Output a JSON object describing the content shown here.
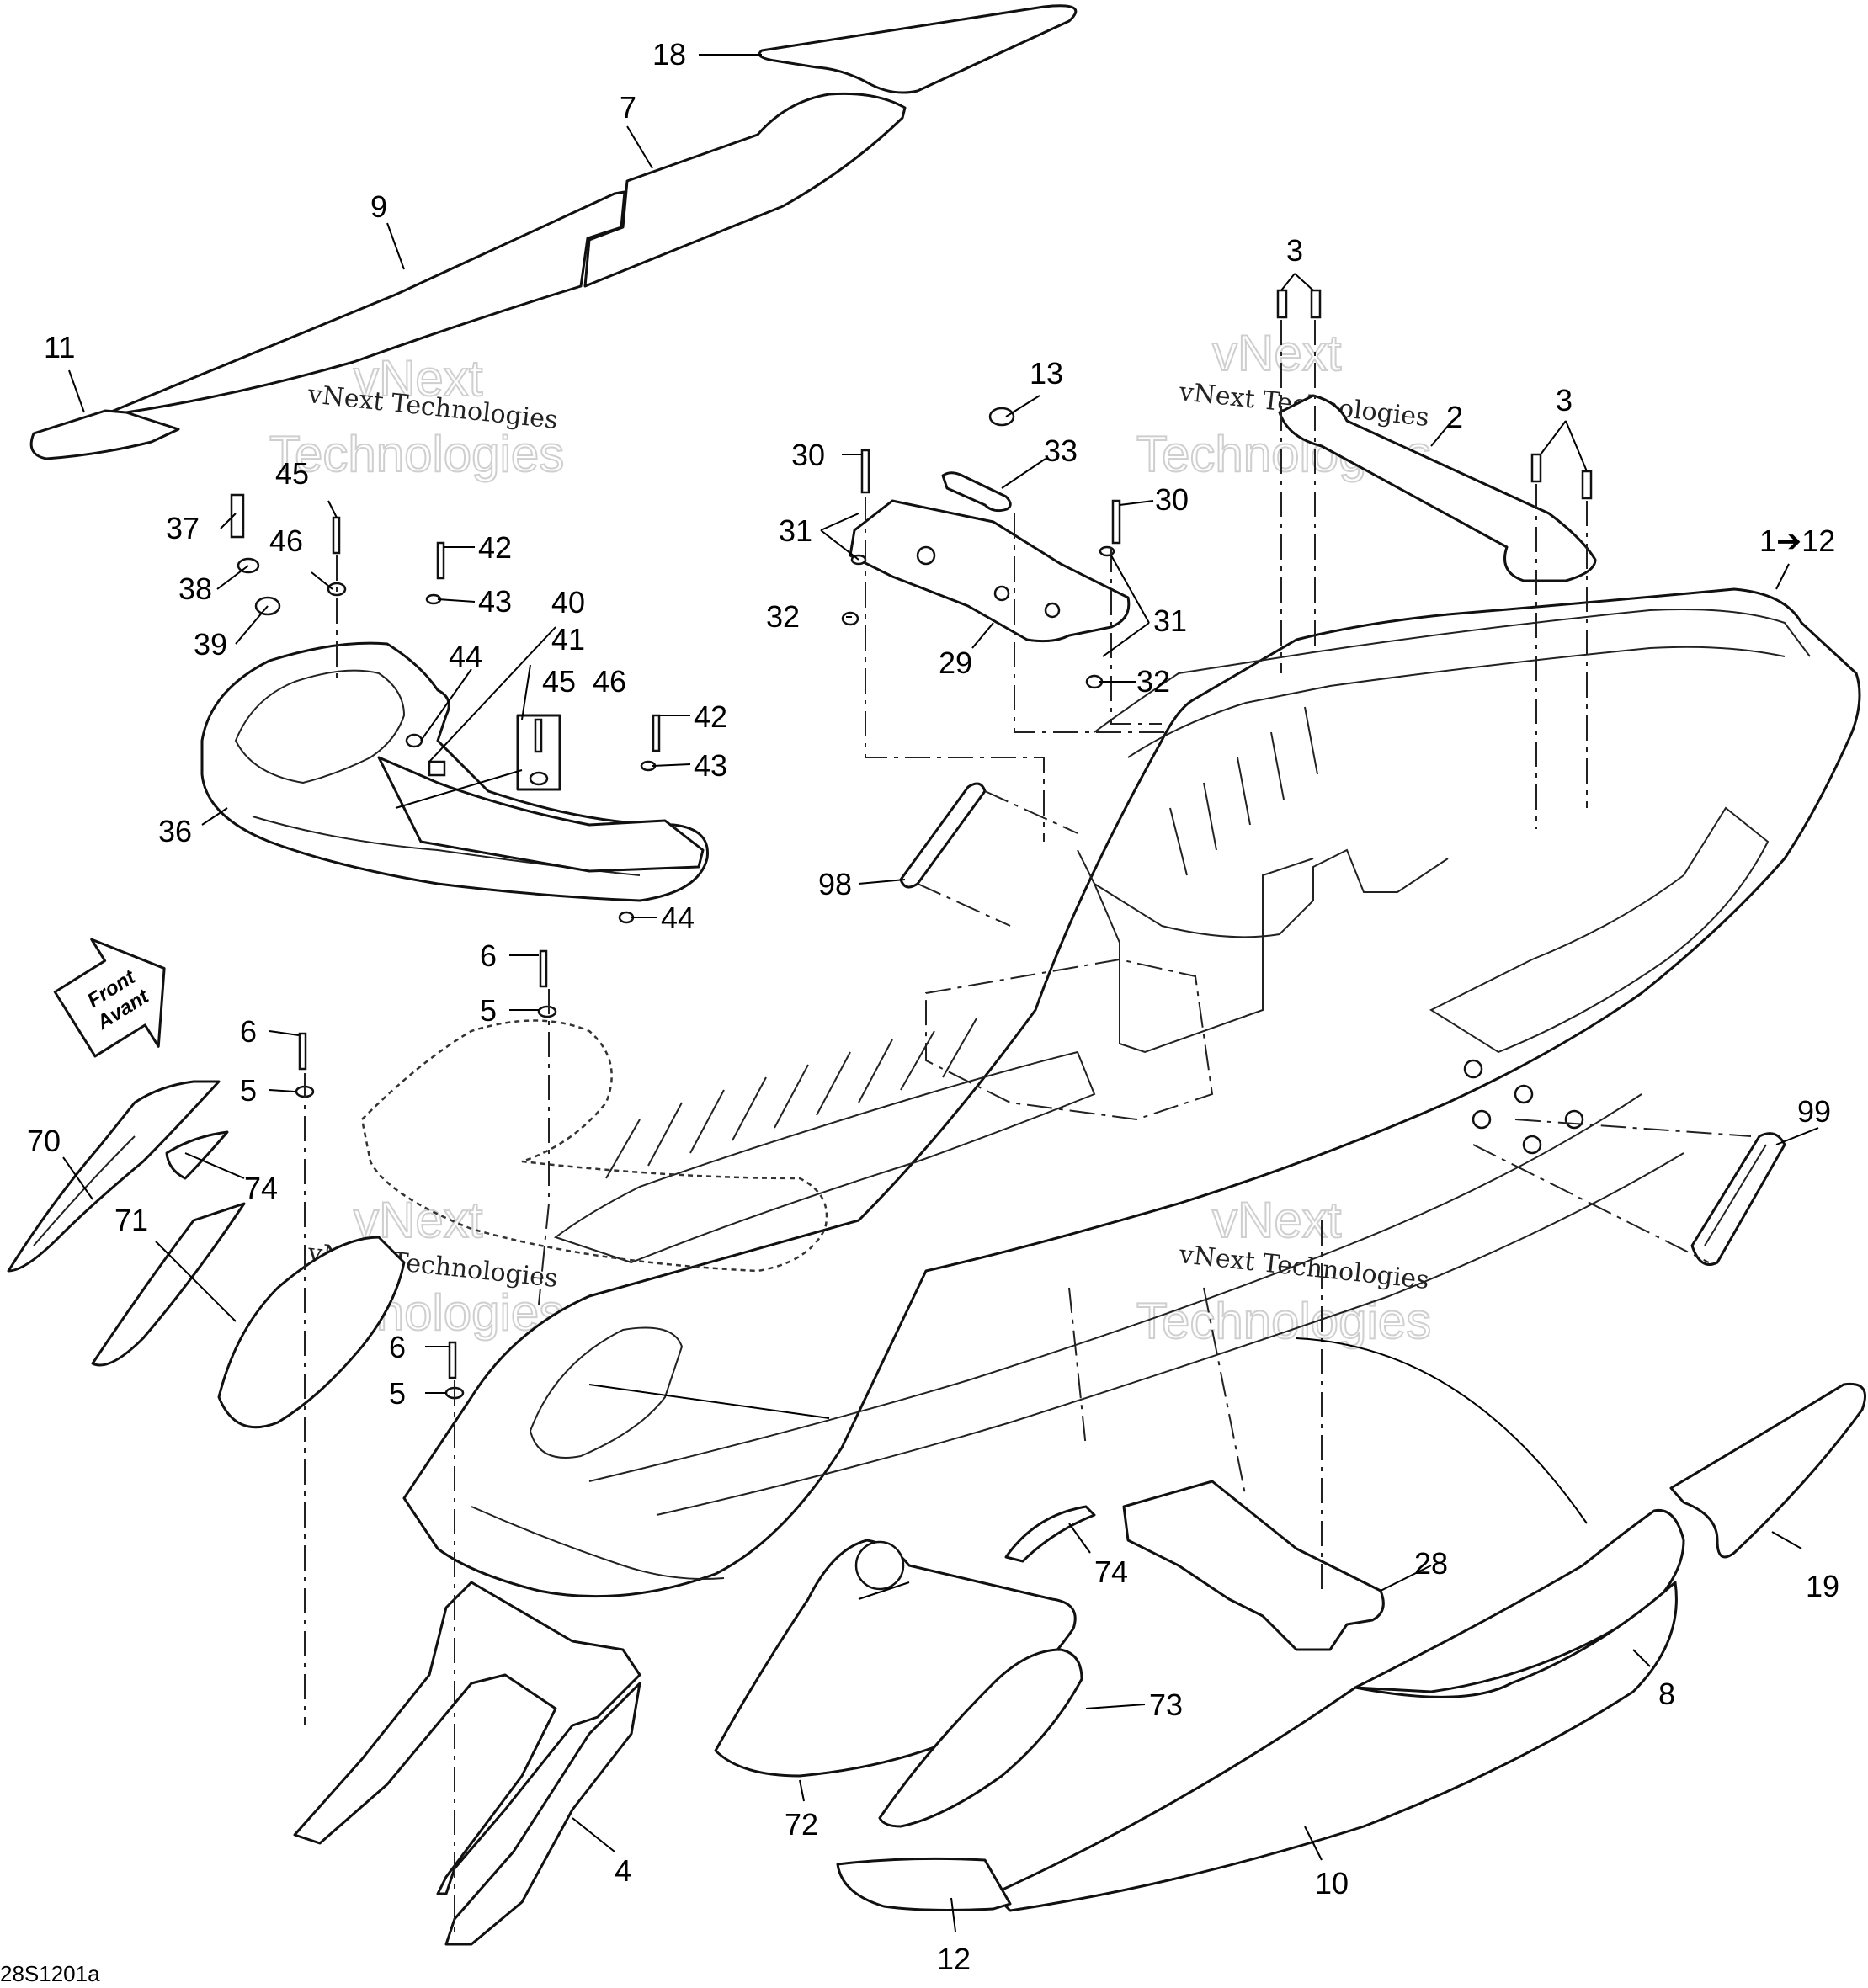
{
  "diagram": {
    "drawing_code": "28S1201a",
    "watermark": {
      "line1": "vNext",
      "line2": "Technologies",
      "caption": "vNext Technologies"
    },
    "front_arrow": {
      "line1": "Front",
      "line2": "Avant"
    },
    "callouts": {
      "c18": "18",
      "c7": "7",
      "c9": "9",
      "c11": "11",
      "c3a": "3",
      "c2": "2",
      "c3b": "3",
      "c1": "1➔12",
      "c13": "13",
      "c30a": "30",
      "c33": "33",
      "c31a": "31",
      "c30b": "30",
      "c32a": "32",
      "c29": "29",
      "c31b": "31",
      "c32b": "32",
      "c45a": "45",
      "c37": "37",
      "c46a": "46",
      "c42a": "42",
      "c38": "38",
      "c43a": "43",
      "c39": "39",
      "c40": "40",
      "c41": "41",
      "c44a": "44",
      "c45b": "45",
      "c46b": "46",
      "c42b": "42",
      "c43b": "43",
      "c36": "36",
      "c44b": "44",
      "c98": "98",
      "c6a": "6",
      "c5a": "5",
      "c6b": "6",
      "c5b": "5",
      "c70": "70",
      "c74a": "74",
      "c71": "71",
      "c6c": "6",
      "c5c": "5",
      "c99": "99",
      "c74b": "74",
      "c28": "28",
      "c19": "19",
      "c73": "73",
      "c8": "8",
      "c72": "72",
      "c4": "4",
      "c10": "10",
      "c12": "12"
    }
  }
}
